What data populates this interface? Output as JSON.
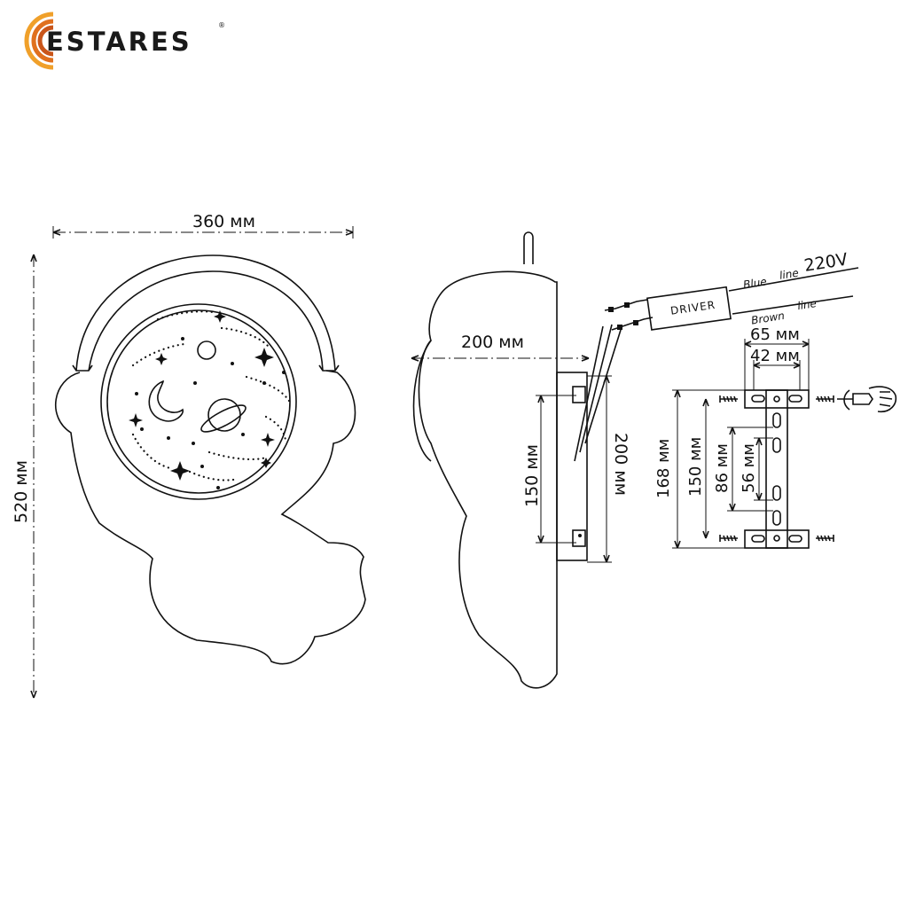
{
  "brand": {
    "name": "ESTARES",
    "registered_mark": "®",
    "logo_colors": [
      "#f0a02a",
      "#e0701e",
      "#c9551a"
    ]
  },
  "front_view": {
    "width_label": "360 мм",
    "height_label": "520 мм"
  },
  "side_view": {
    "depth_label": "200 мм",
    "bracket_height_label": "150 мм",
    "plate_height_label": "200 мм"
  },
  "wiring": {
    "driver_label": "DRIVER",
    "voltage_label": "220V",
    "blue_wire": [
      "Blue",
      "line"
    ],
    "brown_wire": [
      "Brown",
      "line"
    ]
  },
  "mounting_plate": {
    "outer_width_label": "65 мм",
    "inner_width_label": "42 мм",
    "total_height_label": "168 мм",
    "hole_spacing_label": "150 мм",
    "slot_span_label": "86 мм",
    "slot_inner_label": "56 мм"
  }
}
